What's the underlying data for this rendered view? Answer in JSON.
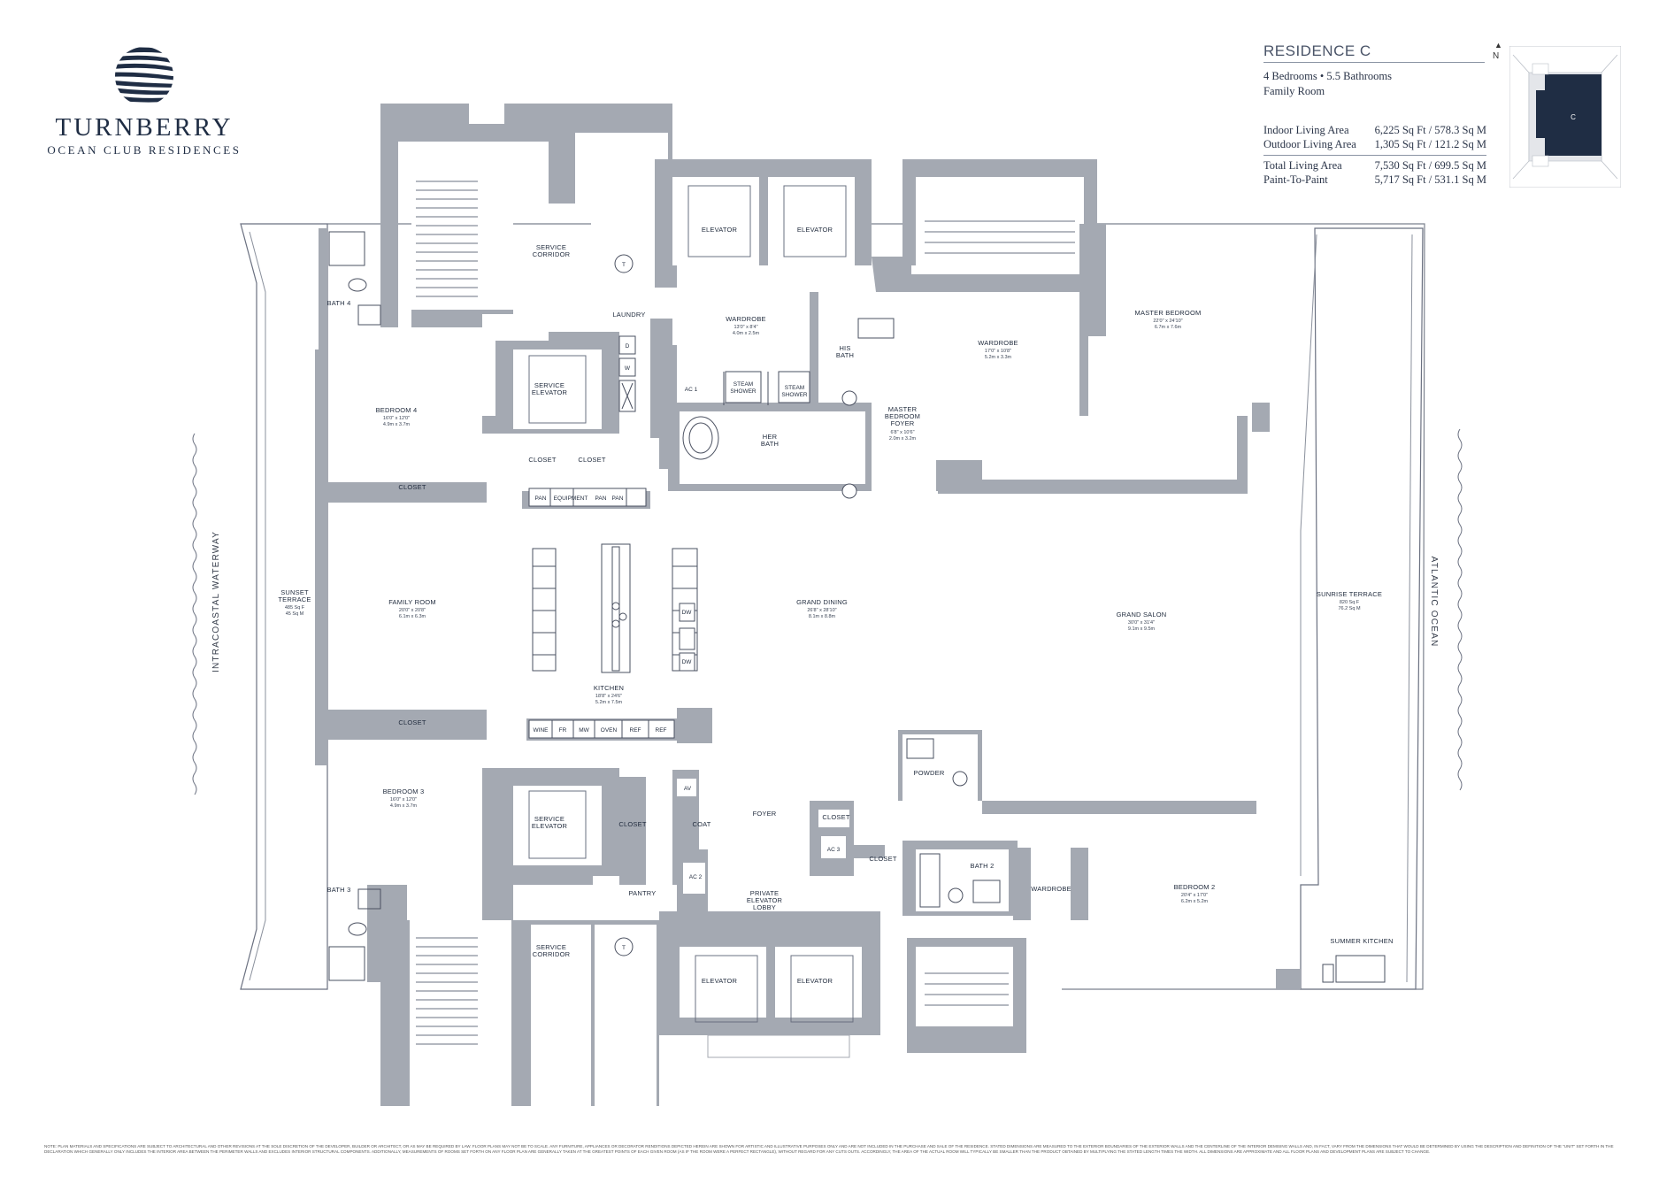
{
  "brand": {
    "name": "TURNBERRY",
    "subtitle": "OCEAN CLUB RESIDENCES"
  },
  "residence": {
    "title": "RESIDENCE C",
    "bedrooms_baths": "4 Bedrooms • 5.5 Bathrooms",
    "extra": "Family Room",
    "areas": [
      {
        "label": "Indoor Living Area",
        "value": "6,225 Sq Ft / 578.3 Sq M"
      },
      {
        "label": "Outdoor Living Area",
        "value": "1,305 Sq Ft / 121.2 Sq M"
      },
      {
        "label": "Total Living Area",
        "value": "7,530 Sq Ft / 699.5 Sq M"
      },
      {
        "label": "Paint-To-Paint",
        "value": "5,717 Sq Ft / 531.1 Sq M"
      }
    ],
    "north": "N",
    "key_plan_unit": "C"
  },
  "orientation": {
    "west": "INTRACOASTAL WATERWAY",
    "east": "ATLANTIC OCEAN"
  },
  "rooms": {
    "service_corridor_top": "SERVICE CORRIDOR",
    "elevator_1": "ELEVATOR",
    "elevator_2": "ELEVATOR",
    "t_top": "T",
    "bath4": "BATH 4",
    "laundry": "LAUNDRY",
    "wardrobe_her": {
      "name": "WARDROBE",
      "dim1": "13'0\" x 8'4\"",
      "dim2": "4.0m x 2.5m"
    },
    "his_bath": "HIS BATH",
    "wardrobe_master": {
      "name": "WARDROBE",
      "dim1": "17'0\" x 10'8\"",
      "dim2": "5.2m x 3.3m"
    },
    "master_bedroom": {
      "name": "MASTER BEDROOM",
      "dim1": "22'0\" x 24'10\"",
      "dim2": "6.7m x 7.6m"
    },
    "dryer": "D",
    "washer": "W",
    "service_elevator_top": "SERVICE ELEVATOR",
    "ac1": "AC 1",
    "steam_shower_1": "STEAM SHOWER",
    "steam_shower_2": "STEAM SHOWER",
    "master_foyer": {
      "name": "MASTER BEDROOM FOYER",
      "dim1": "6'8\" x 10'6\"",
      "dim2": "2.0m x 3.2m"
    },
    "bedroom4": {
      "name": "BEDROOM 4",
      "dim1": "16'0\" x 12'0\"",
      "dim2": "4.9m x 3.7m"
    },
    "her_bath": "HER BATH",
    "closet_a": "CLOSET",
    "closet_b": "CLOSET",
    "closet_bed4": "CLOSET",
    "pan_1": "PAN",
    "equipment": "EQUIPMENT",
    "pan_2": "PAN",
    "pan_3": "PAN",
    "sunset_terrace": {
      "name": "SUNSET TERRACE",
      "dim1": "485 Sq F",
      "dim2": "45 Sq M"
    },
    "family_room": {
      "name": "FAMILY ROOM",
      "dim1": "20'0\" x 20'8\"",
      "dim2": "6.1m x 6.3m"
    },
    "grand_dining": {
      "name": "GRAND DINING",
      "dim1": "26'8\" x 28'10\"",
      "dim2": "8.1m x 8.8m"
    },
    "grand_salon": {
      "name": "GRAND SALON",
      "dim1": "30'0\" x 31'4\"",
      "dim2": "9.1m x 9.5m"
    },
    "sunrise_terrace": {
      "name": "SUNRISE TERRACE",
      "dim1": "820 Sq F",
      "dim2": "76.2 Sq M"
    },
    "dw_1": "DW",
    "dw_2": "DW",
    "kitchen": {
      "name": "KITCHEN",
      "dim1": "18'8\" x 24'6\"",
      "dim2": "5.2m x 7.5m"
    },
    "closet_bed3": "CLOSET",
    "appliances": [
      "WINE",
      "FR",
      "MW",
      "OVEN",
      "REF",
      "REF"
    ],
    "powder": "POWDER",
    "bedroom3": {
      "name": "BEDROOM 3",
      "dim1": "16'0\" x 12'0\"",
      "dim2": "4.9m x 3.7m"
    },
    "service_elevator_bottom": "SERVICE ELEVATOR",
    "closet_c": "CLOSET",
    "av": "AV",
    "coat": "COAT",
    "foyer": "FOYER",
    "closet_d": "CLOSET",
    "ac3": "AC 3",
    "closet_e": "CLOSET",
    "bath2": "BATH 2",
    "wardrobe_bed2": "WARDROBE",
    "bedroom2": {
      "name": "BEDROOM 2",
      "dim1": "20'4\" x 17'0\"",
      "dim2": "6.2m x 5.2m"
    },
    "bath3": "BATH 3",
    "ac2": "AC 2",
    "pantry": "PANTRY",
    "private_lobby": "PRIVATE ELEVATOR LOBBY",
    "service_corridor_bottom": "SERVICE CORRIDOR",
    "t_bottom": "T",
    "elevator_3": "ELEVATOR",
    "elevator_4": "ELEVATOR",
    "summer_kitchen": "SUMMER KITCHEN"
  },
  "disclaimer": "NOTE: PLAN MATERIALS AND SPECIFICATIONS ARE SUBJECT TO ARCHITECTURAL AND OTHER REVISIONS AT THE SOLE DISCRETION OF THE DEVELOPER, BUILDER OR ARCHITECT, OR AS MAY BE REQUIRED BY LAW. FLOOR PLANS MAY NOT BE TO SCALE. ANY FURNITURE, APPLIANCES OR DECORATOR RENDITIONS DEPICTED HEREIN ARE SHOWN FOR ARTISTIC AND ILLUSTRATIVE PURPOSES ONLY AND ARE NOT INCLUDED IN THE PURCHASE AND SALE OF THE RESIDENCE. STATED DIMENSIONS ARE MEASURED TO THE EXTERIOR BOUNDARIES OF THE EXTERIOR WALLS AND THE CENTERLINE OF THE INTERIOR DEMISING WALLS AND, IN FACT, VARY FROM THE DIMENSIONS THAT WOULD BE DETERMINED BY USING THE DESCRIPTION AND DEFINITION OF THE \"UNIT\" SET FORTH IN THE DECLARATION WHICH GENERALLY ONLY INCLUDES THE INTERIOR AREA BETWEEN THE PERIMETER WALLS AND EXCLUDES INTERIOR STRUCTURAL COMPONENTS. ADDITIONALLY, MEASUREMENTS OF ROOMS SET FORTH ON ANY FLOOR PLAN ARE GENERALLY TAKEN AT THE GREATEST POINTS OF EACH GIVEN ROOM (AS IF THE ROOM WERE A PERFECT RECTANGLE), WITHOUT REGARD FOR ANY CUTS OUTS. ACCORDINGLY, THE AREA OF THE ACTUAL ROOM WILL TYPICALLY BE SMALLER THAN THE PRODUCT OBTAINED BY MULTIPLYING THE STATED LENGTH TIMES THE WIDTH. ALL DIMENSIONS ARE APPROXIMATE AND ALL FLOOR PLANS AND DEVELOPMENT PLANS ARE SUBJECT TO CHANGE."
}
